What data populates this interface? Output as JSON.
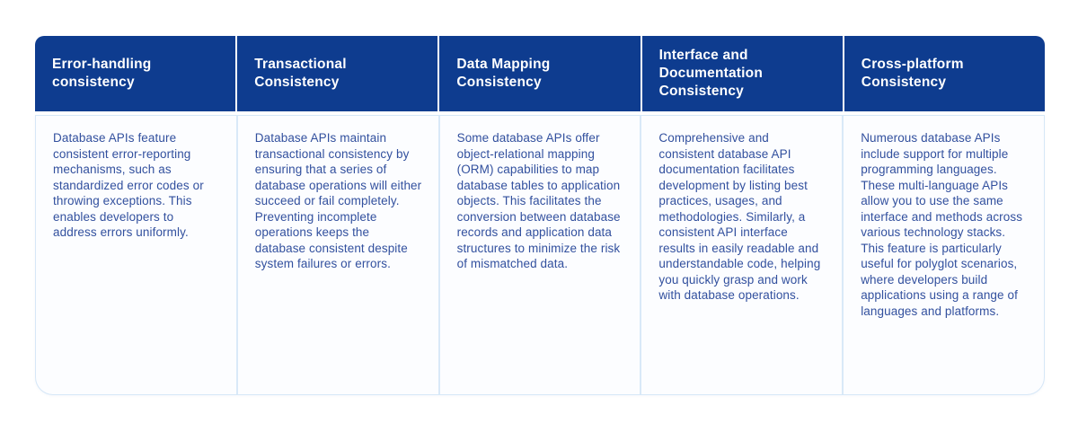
{
  "colors": {
    "header_background": "#0e3c8f",
    "header_text": "#ffffff",
    "body_text": "#32509e",
    "body_background": "#fcfdff",
    "border": "#d6e7f7",
    "page_background": "#ffffff"
  },
  "table": {
    "columns": [
      {
        "header": "Error-handling consistency",
        "body": "Database APIs feature consistent error-reporting mechanisms, such as standardized error codes or throwing exceptions. This enables developers to address errors uniformly."
      },
      {
        "header": "Transactional Consistency",
        "body": "Database APIs maintain transactional consistency by ensuring that a series of database operations will either succeed or fail completely. Preventing incomplete operations keeps the database consistent despite system failures or errors."
      },
      {
        "header": "Data Mapping Consistency",
        "body": "Some database APIs offer object-relational mapping (ORM) capabilities to map database tables to application objects. This facilitates the conversion between database records and application data structures to minimize the risk of mismatched data."
      },
      {
        "header": "Interface and Documentation Consistency",
        "body": "Comprehensive and consistent database API documentation facilitates development by listing best practices, usages, and methodologies. Similarly, a consistent API interface results in easily readable and understandable code, helping you quickly grasp and work with database operations."
      },
      {
        "header": "Cross-platform Consistency",
        "body": "Numerous database APIs include support for multiple programming languages. These multi-language APIs allow you to use the same interface and methods across various technology stacks. This feature is particularly useful for polyglot scenarios, where developers build applications using a range of languages and platforms."
      }
    ]
  }
}
